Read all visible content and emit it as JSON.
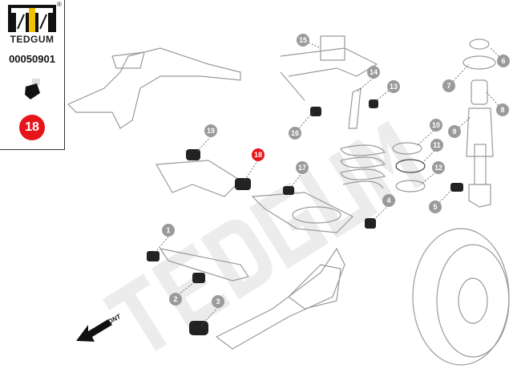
{
  "panel": {
    "brand": "TEDGUM",
    "part_number": "00050901",
    "registered_mark": "®",
    "selected_position": "18",
    "accent_color": "#e8141b",
    "logo_color": "#f2c200"
  },
  "watermark": "TEDGUM",
  "front_label": "FRONT",
  "callouts": [
    {
      "id": "c15",
      "label": "15"
    },
    {
      "id": "c14",
      "label": "14"
    },
    {
      "id": "c13",
      "label": "13"
    },
    {
      "id": "c16",
      "label": "16"
    },
    {
      "id": "c10",
      "label": "10"
    },
    {
      "id": "c11",
      "label": "11"
    },
    {
      "id": "c12",
      "label": "12"
    },
    {
      "id": "c4",
      "label": "4"
    },
    {
      "id": "c5",
      "label": "5"
    },
    {
      "id": "c6",
      "label": "6"
    },
    {
      "id": "c7",
      "label": "7"
    },
    {
      "id": "c8",
      "label": "8"
    },
    {
      "id": "c9",
      "label": "9"
    },
    {
      "id": "c19",
      "label": "19"
    },
    {
      "id": "c18",
      "label": "18"
    },
    {
      "id": "c17",
      "label": "17"
    },
    {
      "id": "c1",
      "label": "1"
    },
    {
      "id": "c2",
      "label": "2"
    },
    {
      "id": "c3",
      "label": "3"
    }
  ]
}
